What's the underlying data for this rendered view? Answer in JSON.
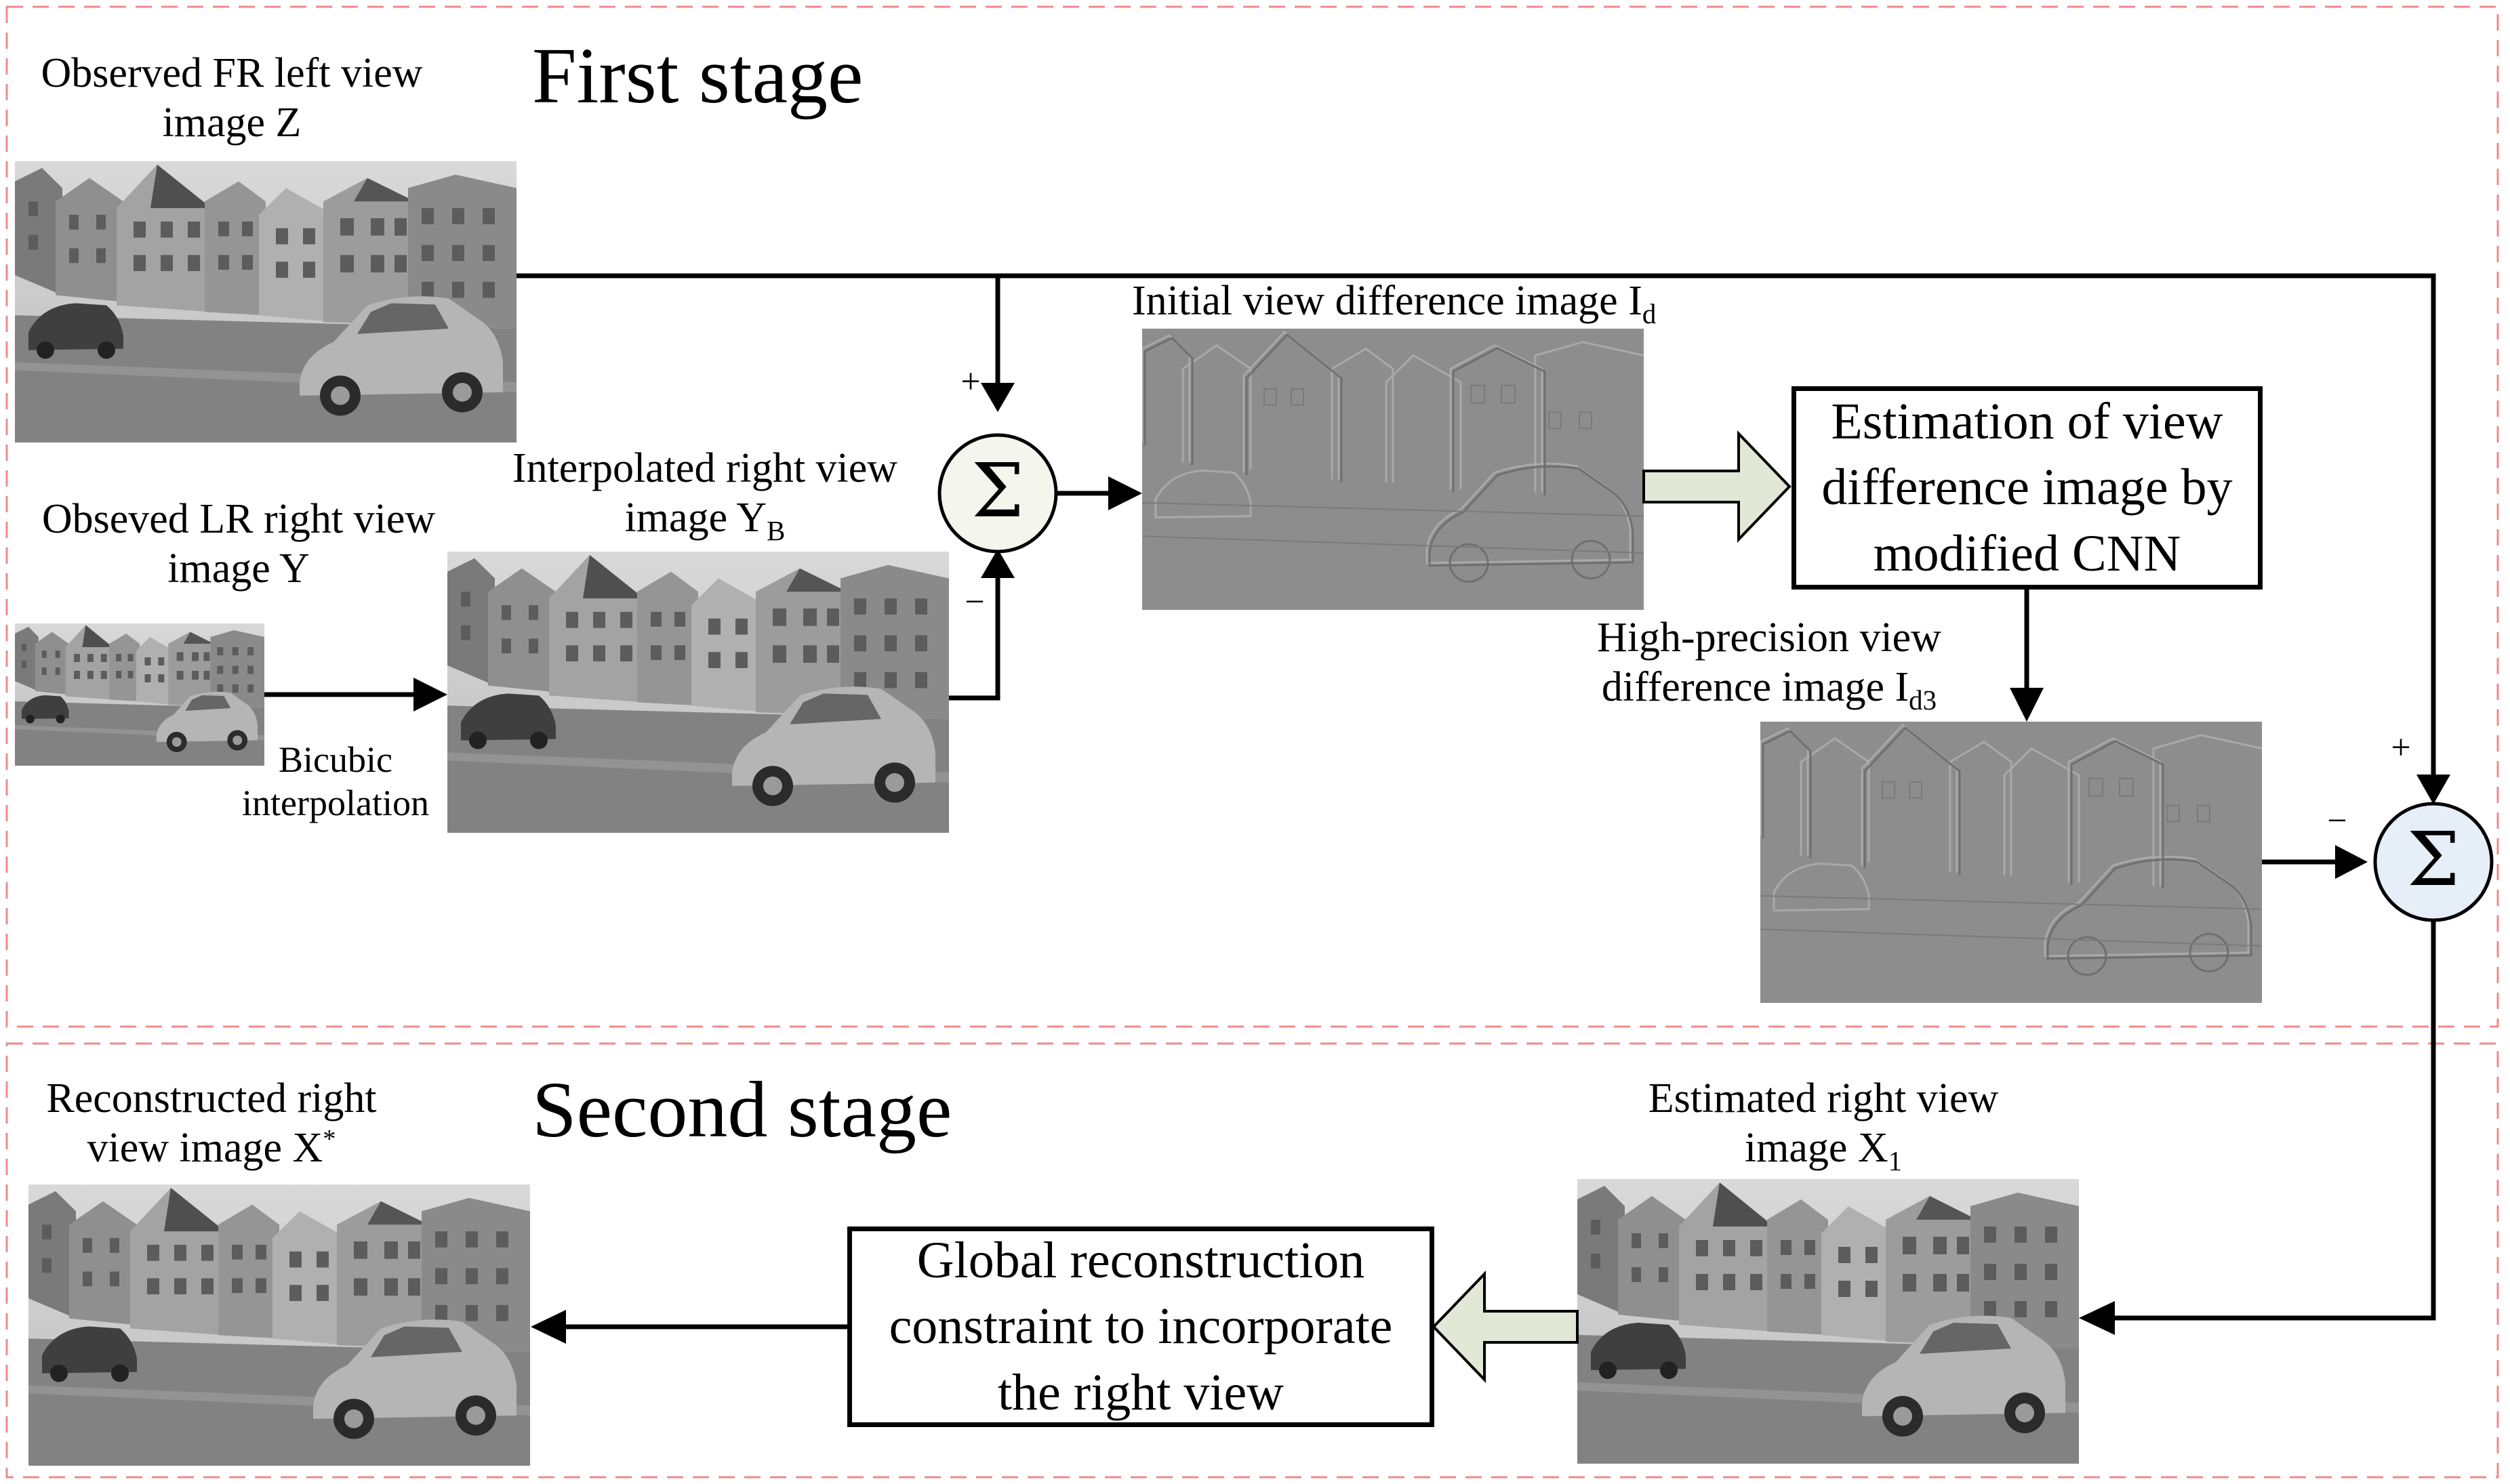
{
  "stages": {
    "first": "First stage",
    "second": "Second stage"
  },
  "labels": {
    "left_view": [
      "Observed FR left view",
      "image Z"
    ],
    "lr_right_view": [
      "Obseved LR right view",
      "image Y"
    ],
    "interpolated": {
      "line1": "Interpolated right view",
      "line2_pre": "image Y",
      "line2_sub": "B"
    },
    "bicubic": [
      "Bicubic",
      "interpolation"
    ],
    "initial_diff": {
      "pre": "Initial view difference image I",
      "sub": "d"
    },
    "high_precision": {
      "line1": "High-precision view",
      "line2_pre": "difference image I",
      "line2_sub": "d3"
    },
    "estimated": {
      "line1": "Estimated right view",
      "line2_pre": "image X",
      "line2_sub": "1"
    },
    "reconstructed": {
      "line1": "Reconstructed right",
      "line2_pre": "view image X",
      "line2_sup": "*"
    }
  },
  "boxes": {
    "cnn": [
      "Estimation of view",
      "difference image by",
      "modified CNN"
    ],
    "global": [
      "Global reconstruction",
      "constraint to incorporate",
      "the right view"
    ]
  },
  "sum_symbol": "Σ",
  "signs": {
    "plus": "+",
    "minus": "−"
  },
  "colors": {
    "stage_border": "#f08a8a",
    "sum1_fill": "#f4f6ee",
    "sum2_fill": "#e6eef8",
    "block_arrow_fill": "#e2e8d6"
  }
}
